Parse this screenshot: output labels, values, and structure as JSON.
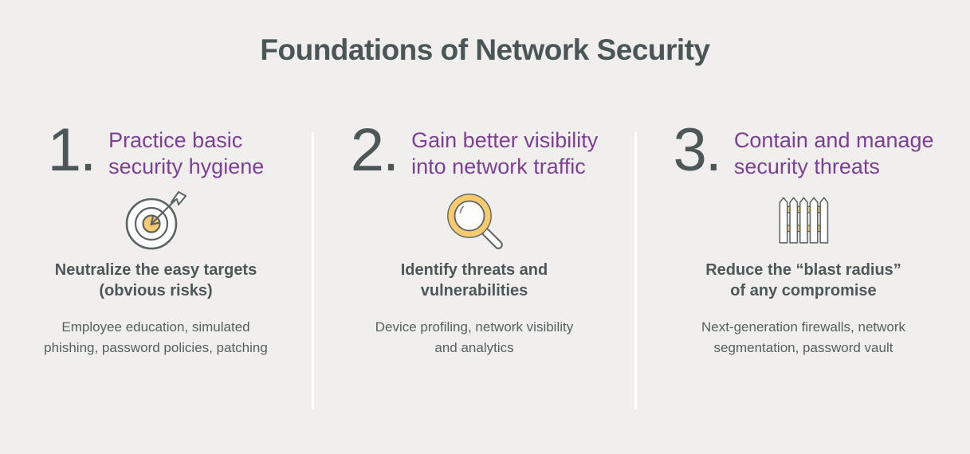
{
  "page": {
    "title": "Foundations of Network Security",
    "colors": {
      "background": "#f0efed",
      "title_text": "#4a5556",
      "heading_purple": "#7d3f94",
      "body_text": "#4d5758",
      "description_text": "#565f60",
      "icon_yellow": "#f8ca6e",
      "icon_outline": "#5b6364",
      "divider": "#ffffff"
    }
  },
  "columns": [
    {
      "number": "1.",
      "heading": "Practice basic\nsecurity hygiene",
      "icon": "target-bullseye-icon",
      "subtitle": "Neutralize the easy targets\n(obvious risks)",
      "description": "Employee education, simulated\nphishing, password policies, patching"
    },
    {
      "number": "2.",
      "heading": "Gain better visibility\ninto network traffic",
      "icon": "magnifying-glass-icon",
      "subtitle": "Identify threats and\nvulnerabilities",
      "description": "Device profiling, network visibility\nand analytics"
    },
    {
      "number": "3.",
      "heading": "Contain and manage\nsecurity threats",
      "icon": "picket-fence-icon",
      "subtitle": "Reduce the “blast radius”\nof any compromise",
      "description": "Next-generation firewalls, network\nsegmentation, password vault"
    }
  ]
}
